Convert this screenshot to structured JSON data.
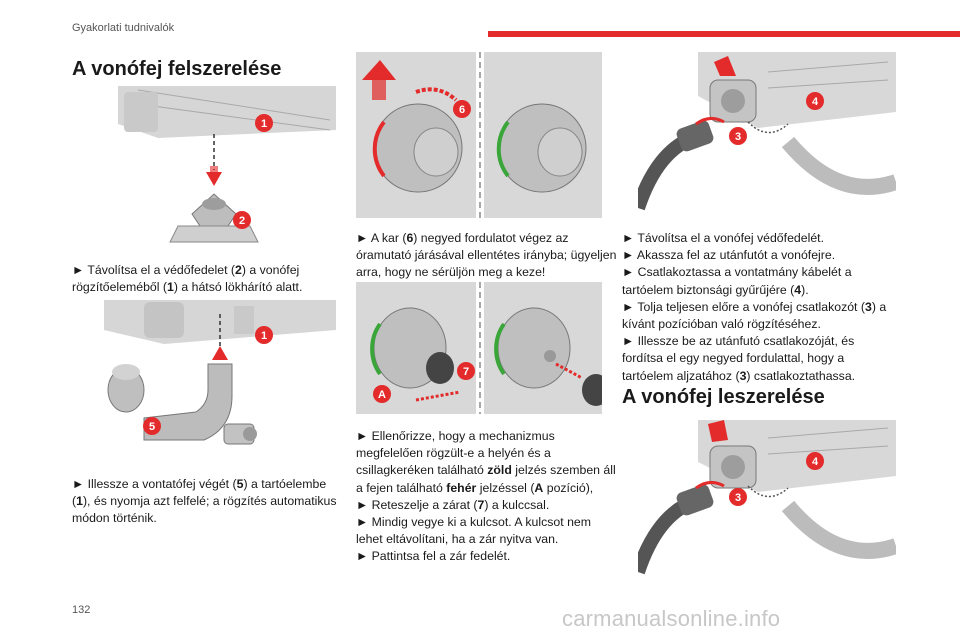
{
  "header": {
    "section": "Gyakorlati tudnivalók"
  },
  "footer": {
    "page_number": "132",
    "watermark": "carmanualsonline.info"
  },
  "col1": {
    "title": "A vonófej felszerelése",
    "fig1": {
      "callouts": [
        "1",
        "2"
      ]
    },
    "text1": {
      "line1": "► Távolítsa el a védőfedelet (",
      "ref_a": "2",
      "line1b": ") a vonófej",
      "line2a": "rögzítőeleméből (",
      "ref_b": "1",
      "line2b": ") a hátsó lökhárító alatt."
    },
    "fig2": {
      "callouts": [
        "1",
        "5"
      ]
    },
    "text2": {
      "line1a": "► Illessze a vontatófej végét (",
      "ref_a": "5",
      "line1b": ") a tartóelembe",
      "line2a": "(",
      "ref_b": "1",
      "line2b": "), és nyomja azt felfelé; a rögzítés automatikus",
      "line3": "módon történik."
    }
  },
  "col2": {
    "fig3": {
      "callouts": [
        "6"
      ]
    },
    "text3": {
      "line1a": "► A kar (",
      "ref": "6",
      "line1b": ") negyed fordulatot végez az",
      "line2": "óramutató járásával ellentétes irányba; ügyeljen",
      "line3": "arra, hogy ne sérüljön meg a keze!"
    },
    "fig4": {
      "callouts": [
        "A",
        "7"
      ]
    },
    "text4": {
      "line1": "► Ellenőrizze, hogy a mechanizmus",
      "line2": "megfelelően rögzült-e a helyén és a",
      "line3a": "csillagkeréken található ",
      "green": "zöld",
      "line3b": " jelzés szemben áll",
      "line4a": "a fejen található ",
      "white": "fehér",
      "line4b": " jelzéssel (",
      "ref_a": "A",
      "line4c": " pozíció),",
      "line5a": "► Reteszelje a zárat (",
      "ref_b": "7",
      "line5b": ") a kulccsal.",
      "line6": "► Mindig vegye ki a kulcsot. A kulcsot nem",
      "line7": "lehet eltávolítani, ha a zár nyitva van.",
      "line8": "► Pattintsa fel a zár fedelét."
    }
  },
  "col3": {
    "fig5": {
      "callouts": [
        "4",
        "3"
      ]
    },
    "text5": {
      "line1": "► Távolítsa el a vonófej védőfedelét.",
      "line2": "► Akassza fel az utánfutót a vonófejre.",
      "line3": "► Csatlakoztassa a vontatmány kábelét a",
      "line4a": "tartóelem biztonsági gyűrűjére (",
      "ref_a": "4",
      "line4b": ").",
      "line5a": "► Tolja teljesen előre a vonófej csatlakozót (",
      "ref_b": "3",
      "line5b": ") a",
      "line6": "kívánt pozícióban való rögzítéséhez.",
      "line7": "► Illessze be az utánfutó csatlakozóját, és",
      "line8": "fordítsa el egy negyed fordulattal, hogy a",
      "line9a": "tartóelem aljzatához (",
      "ref_c": "3",
      "line9b": ") csatlakoztathassa."
    },
    "title2": "A vonófej leszerelése",
    "fig6": {
      "callouts": [
        "4",
        "3"
      ]
    }
  },
  "colors": {
    "accent": "#e32b2b",
    "green_mark": "#3aa63a",
    "illustration_grey": "#b8b8b8"
  }
}
